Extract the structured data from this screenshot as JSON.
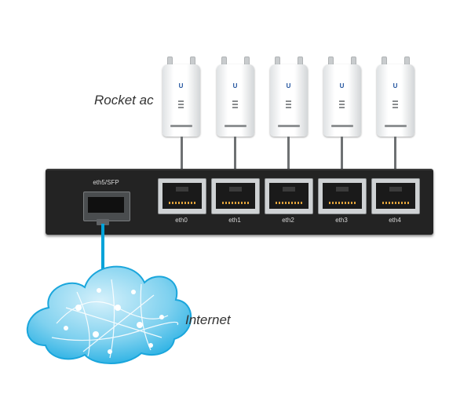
{
  "labels": {
    "radios": "Rocket ac",
    "internet": "Internet"
  },
  "router": {
    "sfp_label": "eth5/SFP",
    "ports": [
      "eth0",
      "eth1",
      "eth2",
      "eth3",
      "eth4"
    ]
  },
  "colors": {
    "cloud": "#29b6e6",
    "cloud_light": "#bfe8f7",
    "fiber": "#00a3d9",
    "router": "#232323"
  },
  "icons": {
    "radio": "rocket-ac-radio-icon",
    "cloud": "internet-cloud-icon",
    "router": "edgerouter-icon"
  }
}
